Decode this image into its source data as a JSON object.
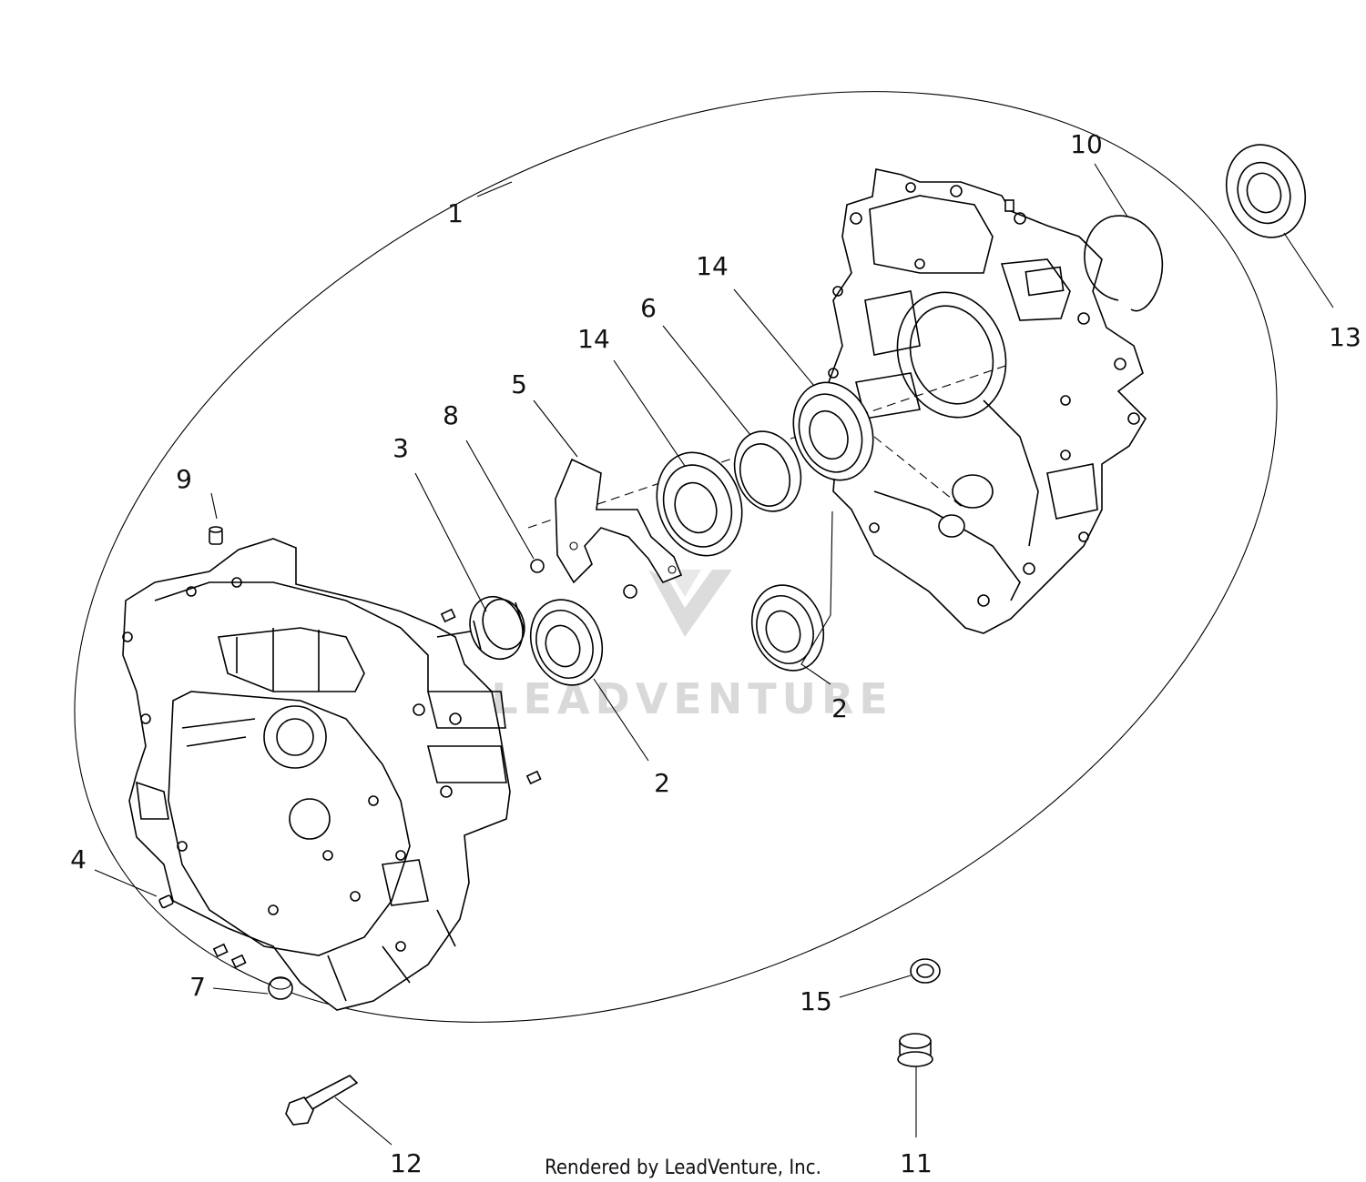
{
  "diagram": {
    "callouts": [
      {
        "id": "1",
        "label": "1"
      },
      {
        "id": "2a",
        "label": "2"
      },
      {
        "id": "2b",
        "label": "2"
      },
      {
        "id": "3",
        "label": "3"
      },
      {
        "id": "4",
        "label": "4"
      },
      {
        "id": "5",
        "label": "5"
      },
      {
        "id": "6",
        "label": "6"
      },
      {
        "id": "7",
        "label": "7"
      },
      {
        "id": "8",
        "label": "8"
      },
      {
        "id": "9",
        "label": "9"
      },
      {
        "id": "10",
        "label": "10"
      },
      {
        "id": "11",
        "label": "11"
      },
      {
        "id": "12",
        "label": "12"
      },
      {
        "id": "13",
        "label": "13"
      },
      {
        "id": "14a",
        "label": "14"
      },
      {
        "id": "14b",
        "label": "14"
      },
      {
        "id": "15",
        "label": "15"
      }
    ],
    "watermark": "LEADVENTURE",
    "credit": "Rendered by LeadVenture, Inc."
  }
}
